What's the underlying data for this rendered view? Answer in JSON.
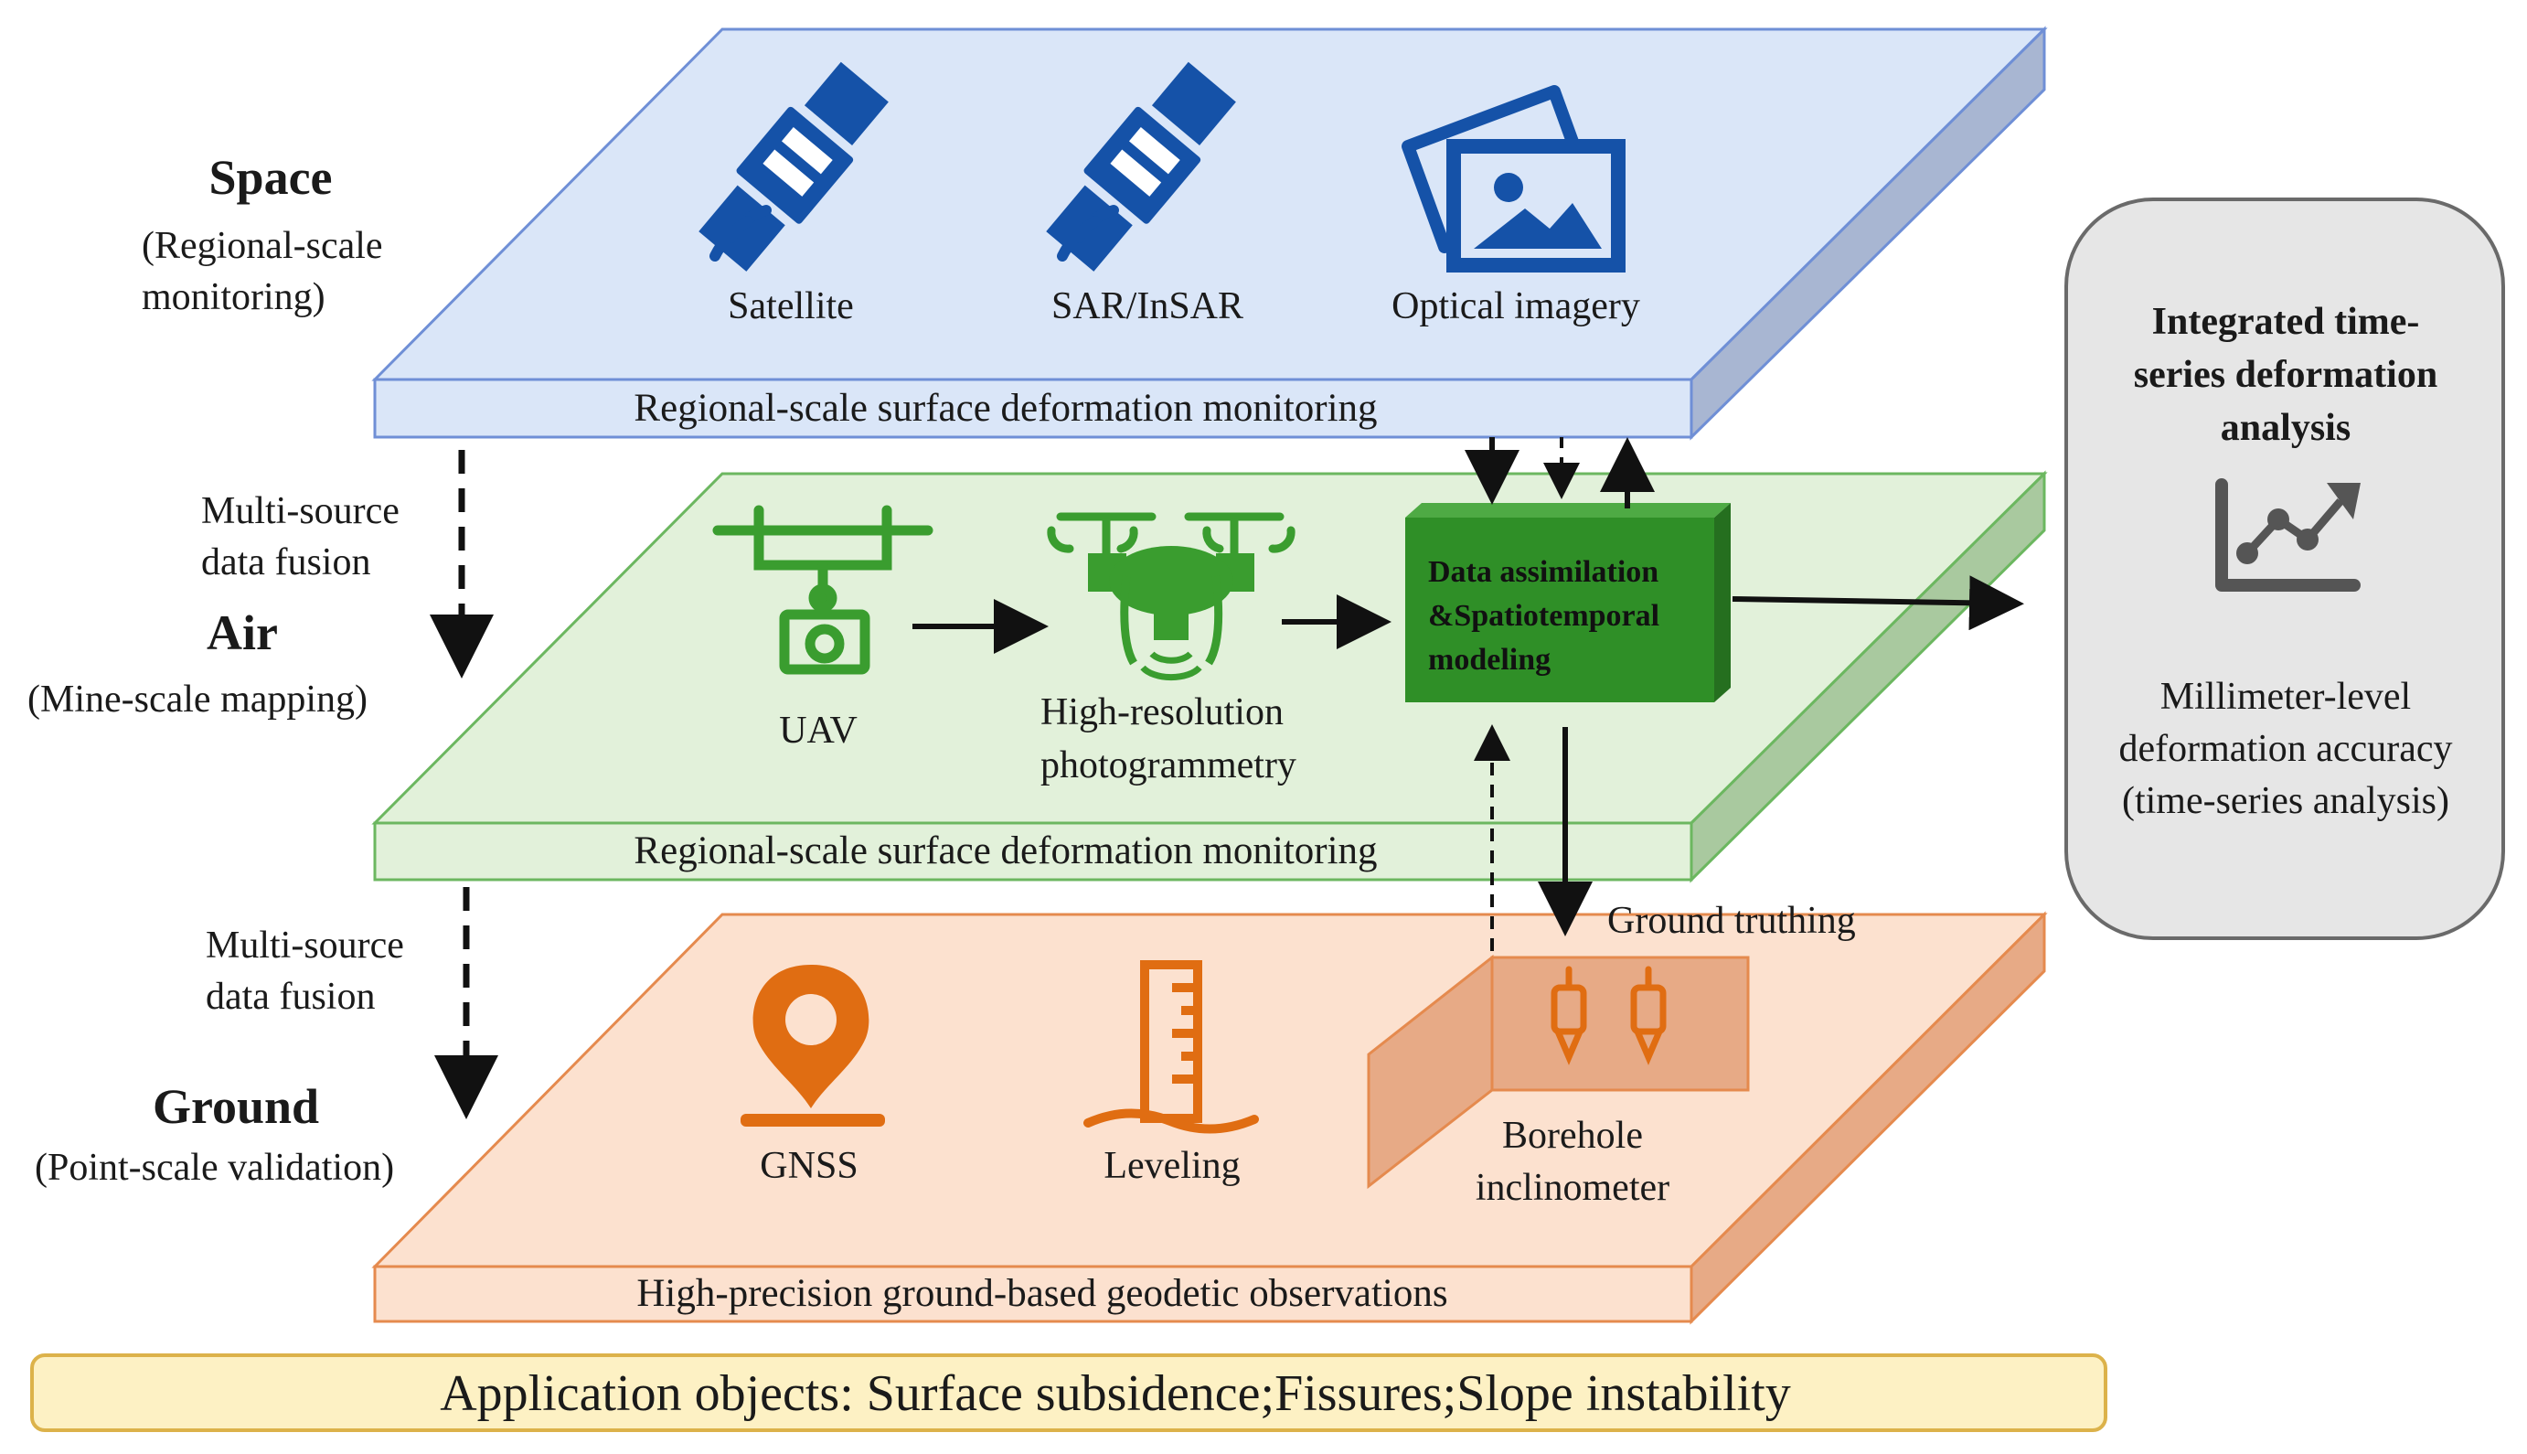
{
  "colors": {
    "space_top": "#dae6f8",
    "space_edge": "#6f8fd6",
    "space_side": "#a8b6d2",
    "air_top": "#e2f1da",
    "air_edge": "#6cb760",
    "air_side": "#a9c99f",
    "ground_top": "#fce1cf",
    "ground_edge": "#e58a4e",
    "ground_side": "#e7aa86",
    "icon_blue": "#1552a8",
    "icon_green": "#3a9d2f",
    "icon_orange": "#e06d12",
    "model_box": "#2f8f27",
    "result_box": "#e6e6e6",
    "app_bar": "#fdf1c4",
    "app_bar_border": "#dcb24a"
  },
  "tiers": {
    "space": {
      "heading": "Space",
      "sub": [
        "(Regional-scale",
        "monitoring)"
      ],
      "caption": "Regional-scale surface deformation monitoring",
      "items": [
        {
          "label": "Satellite",
          "icon": "satellite-icon"
        },
        {
          "label": "SAR/InSAR",
          "icon": "satellite-icon"
        },
        {
          "label": "Optical imagery",
          "icon": "image-icon"
        }
      ]
    },
    "air": {
      "heading": "Air",
      "sub": [
        "(Mine-scale mapping)"
      ],
      "caption": "Regional-scale surface deformation monitoring",
      "items": [
        {
          "label": "UAV",
          "icon": "uav-camera-icon"
        },
        {
          "label": [
            "High-resolution",
            "photogrammetry"
          ],
          "icon": "drone-icon"
        }
      ],
      "model_box": [
        "Data assimilation",
        "&Spatiotemporal",
        "modeling"
      ]
    },
    "ground": {
      "heading": "Ground",
      "sub": [
        "(Point-scale validation)"
      ],
      "caption": "High-precision ground-based geodetic observations",
      "items": [
        {
          "label": "GNSS",
          "icon": "location-pin-icon"
        },
        {
          "label": "Leveling",
          "icon": "leveling-staff-icon"
        },
        {
          "label": [
            "Borehole",
            "inclinometer"
          ],
          "icon": "inclinometer-probe-icon"
        }
      ],
      "ground_truthing": "Ground truthing"
    }
  },
  "fusion_labels": [
    [
      "Multi-source",
      "data fusion"
    ],
    [
      "Multi-source",
      "data fusion"
    ]
  ],
  "result_box": {
    "title": [
      "Integrated time-",
      "series deformation",
      "analysis"
    ],
    "icon": "trend-chart-icon",
    "text": [
      "Millimeter-level",
      "deformation accuracy",
      "(time-series analysis)"
    ]
  },
  "application_bar": "Application objects:  Surface subsidence;Fissures;Slope instability"
}
